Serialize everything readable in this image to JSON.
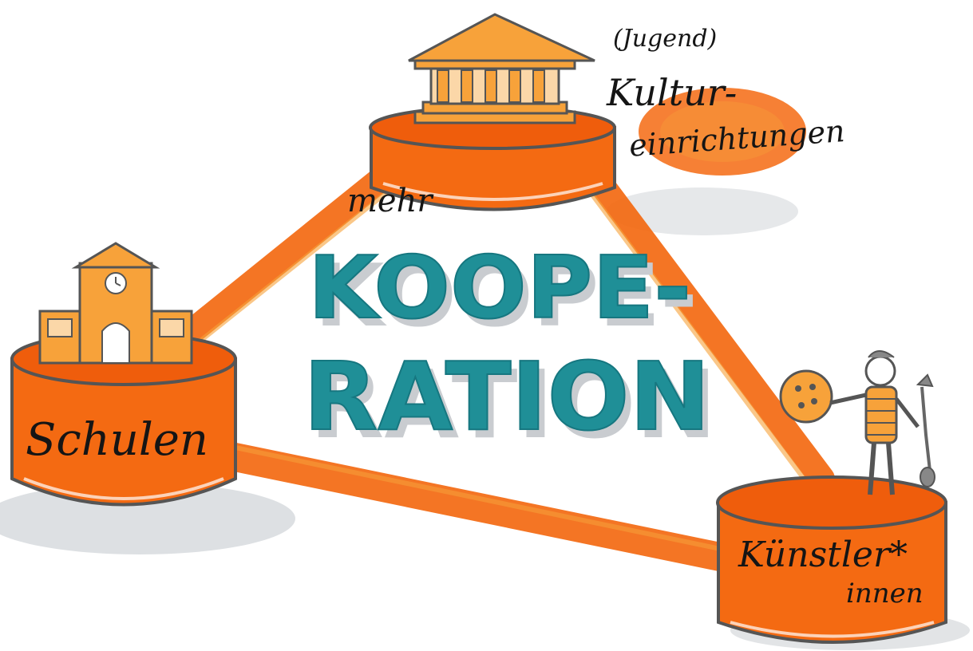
{
  "title": {
    "prefix": "mehr",
    "line1": "KOOPE-",
    "line2": "RATION"
  },
  "nodes": {
    "kultur": {
      "sublabel": "(Jugend)",
      "label_line1": "Kultur-",
      "label_line2": "einrichtungen",
      "icon": "museum-building-icon"
    },
    "schulen": {
      "label": "Schulen",
      "icon": "school-building-icon"
    },
    "kuenstler": {
      "label_line1": "Künstler*",
      "label_line2": "innen",
      "icon": "artist-figure-icon"
    }
  },
  "colors": {
    "orange": "#f46a12",
    "orange_light": "#f7a23a",
    "teal": "#1f8f97",
    "shadow": "#d5d8dc",
    "ink": "#151515"
  }
}
